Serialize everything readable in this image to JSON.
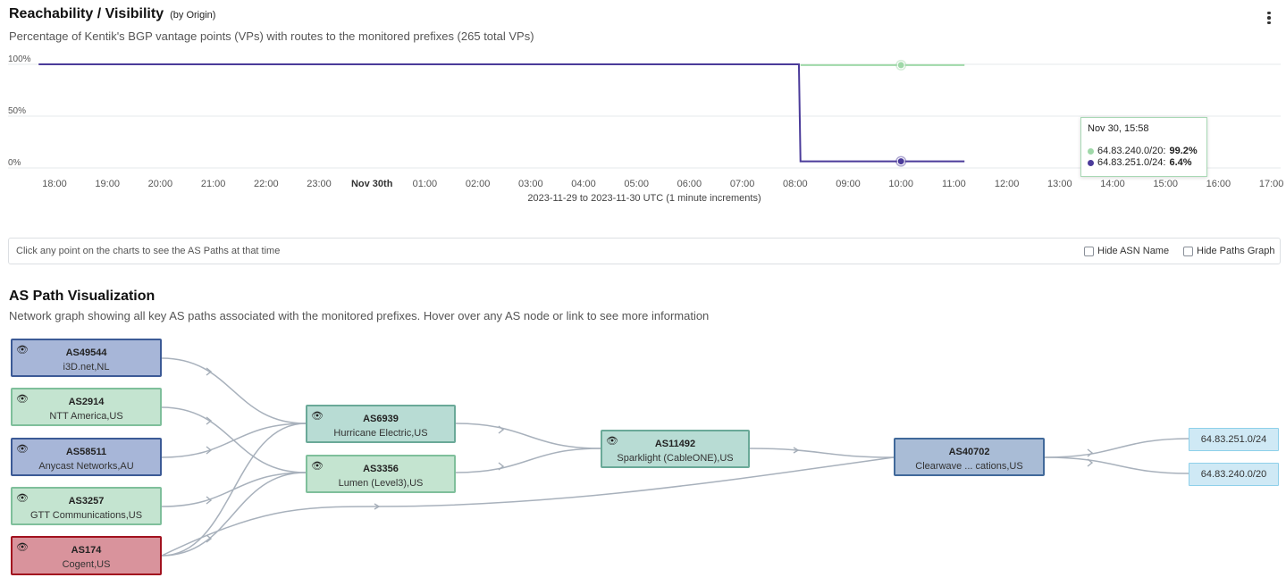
{
  "header": {
    "title": "Reachability / Visibility",
    "title_suffix": "(by Origin)",
    "subtitle": "Percentage of Kentik's BGP vantage points (VPs) with routes to the monitored prefixes (265 total VPs)",
    "menu_icon": "kebab-menu-icon"
  },
  "chart_data": {
    "type": "line",
    "x_tick_labels": [
      "18:00",
      "19:00",
      "20:00",
      "21:00",
      "22:00",
      "23:00",
      "Nov 30th",
      "01:00",
      "02:00",
      "03:00",
      "04:00",
      "05:00",
      "06:00",
      "07:00",
      "08:00",
      "09:00",
      "10:00",
      "11:00",
      "12:00",
      "13:00",
      "14:00",
      "15:00",
      "16:00",
      "17:00"
    ],
    "x_range_label": "2023-11-29 to 2023-11-30 UTC (1 minute increments)",
    "y_tick_labels": [
      "100%",
      "50%",
      "0%"
    ],
    "ylim": [
      0,
      100
    ],
    "grid": true,
    "series": [
      {
        "name": "64.83.240.0/20",
        "color": "#9fd8a8",
        "points": [
          [
            14.1,
            99.2
          ],
          [
            17.2,
            99.2
          ]
        ]
      },
      {
        "name": "64.83.251.0/24",
        "color": "#4b3b9a",
        "points": [
          [
            -0.3,
            100
          ],
          [
            14.07,
            100
          ],
          [
            14.1,
            6.4
          ],
          [
            17.2,
            6.4
          ]
        ]
      }
    ],
    "highlight_x": 16.0
  },
  "tooltip": {
    "date": "Nov 30, 15:58",
    "rows": [
      {
        "prefix": "64.83.240.0/20:",
        "value": "99.2%",
        "color": "#9fd8a8"
      },
      {
        "prefix": "64.83.251.0/24:",
        "value": "6.4%",
        "color": "#4b3b9a"
      }
    ]
  },
  "hint": {
    "text": "Click any point on the charts to see the AS Paths at that time",
    "hide_asn_label": "Hide ASN Name",
    "hide_paths_label": "Hide Paths Graph"
  },
  "path_viz": {
    "title": "AS Path Visualization",
    "subtitle": "Network graph showing all key AS paths associated with the monitored prefixes. Hover over any AS node or link to see more information",
    "nodes": [
      {
        "id": "n49544",
        "asn": "AS49544",
        "name": "i3D.net,NL",
        "icon": "binoculars-icon"
      },
      {
        "id": "n2914",
        "asn": "AS2914",
        "name": "NTT America,US",
        "icon": "binoculars-icon"
      },
      {
        "id": "n58511",
        "asn": "AS58511",
        "name": "Anycast Networks,AU",
        "icon": "binoculars-icon"
      },
      {
        "id": "n3257",
        "asn": "AS3257",
        "name": "GTT Communications,US",
        "icon": "binoculars-icon"
      },
      {
        "id": "n174",
        "asn": "AS174",
        "name": "Cogent,US",
        "icon": "binoculars-icon"
      },
      {
        "id": "n6939",
        "asn": "AS6939",
        "name": "Hurricane Electric,US",
        "icon": "binoculars-icon"
      },
      {
        "id": "n3356",
        "asn": "AS3356",
        "name": "Lumen (Level3),US",
        "icon": "binoculars-icon"
      },
      {
        "id": "n11492",
        "asn": "AS11492",
        "name": "Sparklight (CableONE),US",
        "icon": "binoculars-icon"
      },
      {
        "id": "n40702",
        "asn": "AS40702",
        "name": "Clearwave ... cations,US",
        "icon": ""
      }
    ],
    "prefixes": [
      "64.83.251.0/24",
      "64.83.240.0/20"
    ]
  }
}
